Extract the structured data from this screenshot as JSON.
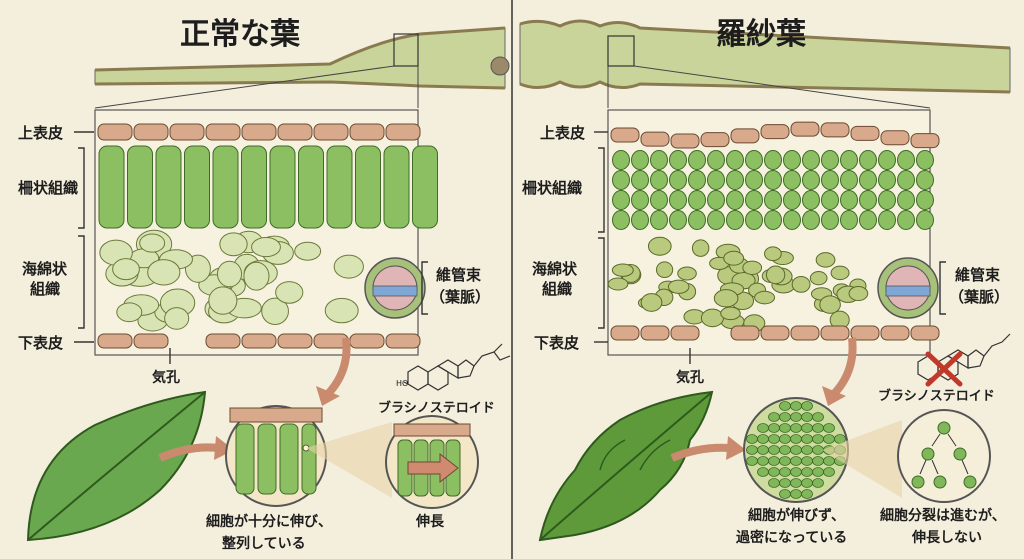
{
  "left": {
    "title": "正常な葉",
    "upper_epidermis": "上表皮",
    "palisade": "柵状組織",
    "spongy_line1": "海綿状",
    "spongy_line2": "組織",
    "lower_epidermis": "下表皮",
    "vascular_line1": "維管束",
    "vascular_line2": "（葉脈）",
    "stoma": "気孔",
    "brassinosteroid": "ブラシノステロイド",
    "caption_line1": "細胞が十分に伸び、",
    "caption_line2": "整列している",
    "elongation": "伸長"
  },
  "right": {
    "title": "羅紗葉",
    "upper_epidermis": "上表皮",
    "palisade": "柵状組織",
    "spongy_line1": "海綿状",
    "spongy_line2": "組織",
    "lower_epidermis": "下表皮",
    "vascular_line1": "維管束",
    "vascular_line2": "（葉脈）",
    "stoma": "気孔",
    "brassinosteroid": "ブラシノステロイド",
    "caption1_line1": "細胞が伸びず、",
    "caption1_line2": "過密になっている",
    "caption2_line1": "細胞分裂は進むが、",
    "caption2_line2": "伸長しない"
  },
  "colors": {
    "background": "#f4efdc",
    "epidermis": "#d8a98a",
    "palisade": "#8cbf62",
    "spongy": "#d9e4b4",
    "leaf_green": "#5e9a3a",
    "arrow": "#c98a6e",
    "cross": "#c0392b"
  }
}
